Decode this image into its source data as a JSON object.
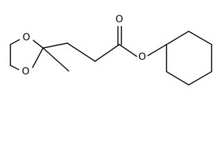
{
  "molecule": {
    "atom_labels": {
      "dioxolane_oxygen_upper": "O",
      "dioxolane_oxygen_lower": "O",
      "carbonyl_oxygen": "O",
      "ester_oxygen": "O"
    },
    "colors": {
      "bond": "#000000",
      "label": "#000000",
      "background": "#ffffff"
    }
  }
}
